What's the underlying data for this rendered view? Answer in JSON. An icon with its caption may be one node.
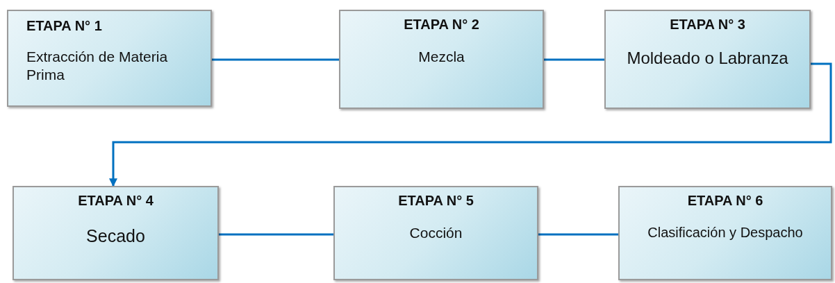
{
  "diagram": {
    "nodes": [
      {
        "text": [
          "ETAPA N° 1",
          "Extracción de Materia Prima"
        ]
      },
      {
        "text": [
          "ETAPA N° 2",
          "Mezcla"
        ]
      },
      {
        "text": [
          "ETAPA N° 3",
          "Moldeado o Labranza"
        ]
      },
      {
        "text": [
          "ETAPA N° 4",
          "Secado"
        ]
      },
      {
        "text": [
          "ETAPA N° 5",
          "Cocción"
        ]
      },
      {
        "text": [
          "ETAPA N° 6",
          "Clasificación y Despacho"
        ]
      }
    ],
    "edges": [
      {
        "from": 0,
        "to": 1,
        "arrow": "none"
      },
      {
        "from": 1,
        "to": 2,
        "arrow": "none"
      },
      {
        "from": 2,
        "to": 3,
        "arrow": "to"
      },
      {
        "from": 3,
        "to": 4,
        "arrow": "none"
      },
      {
        "from": 4,
        "to": 5,
        "arrow": "none"
      }
    ]
  }
}
